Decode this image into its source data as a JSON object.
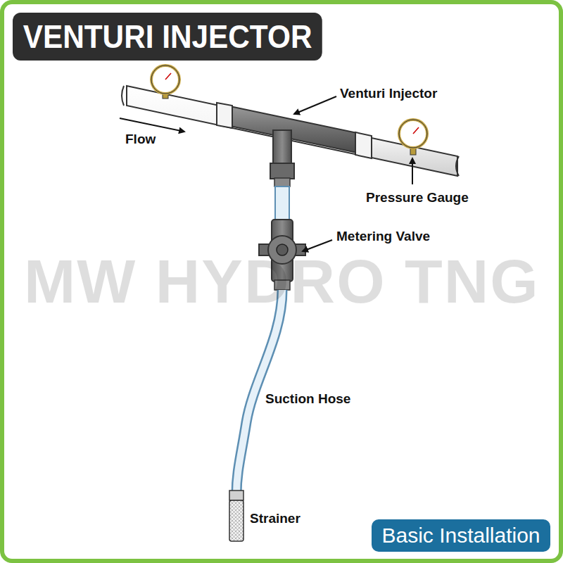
{
  "diagram": {
    "title": "VENTURI INJECTOR",
    "nodes": [
      {
        "text": [
          "Basic Installation"
        ]
      }
    ],
    "labels": [
      "Flow",
      "Venturi Injector",
      "Pressure Gauge",
      "Metering Valve",
      "Suction Hose",
      "Strainer",
      "MW HYDRO TNG"
    ]
  }
}
